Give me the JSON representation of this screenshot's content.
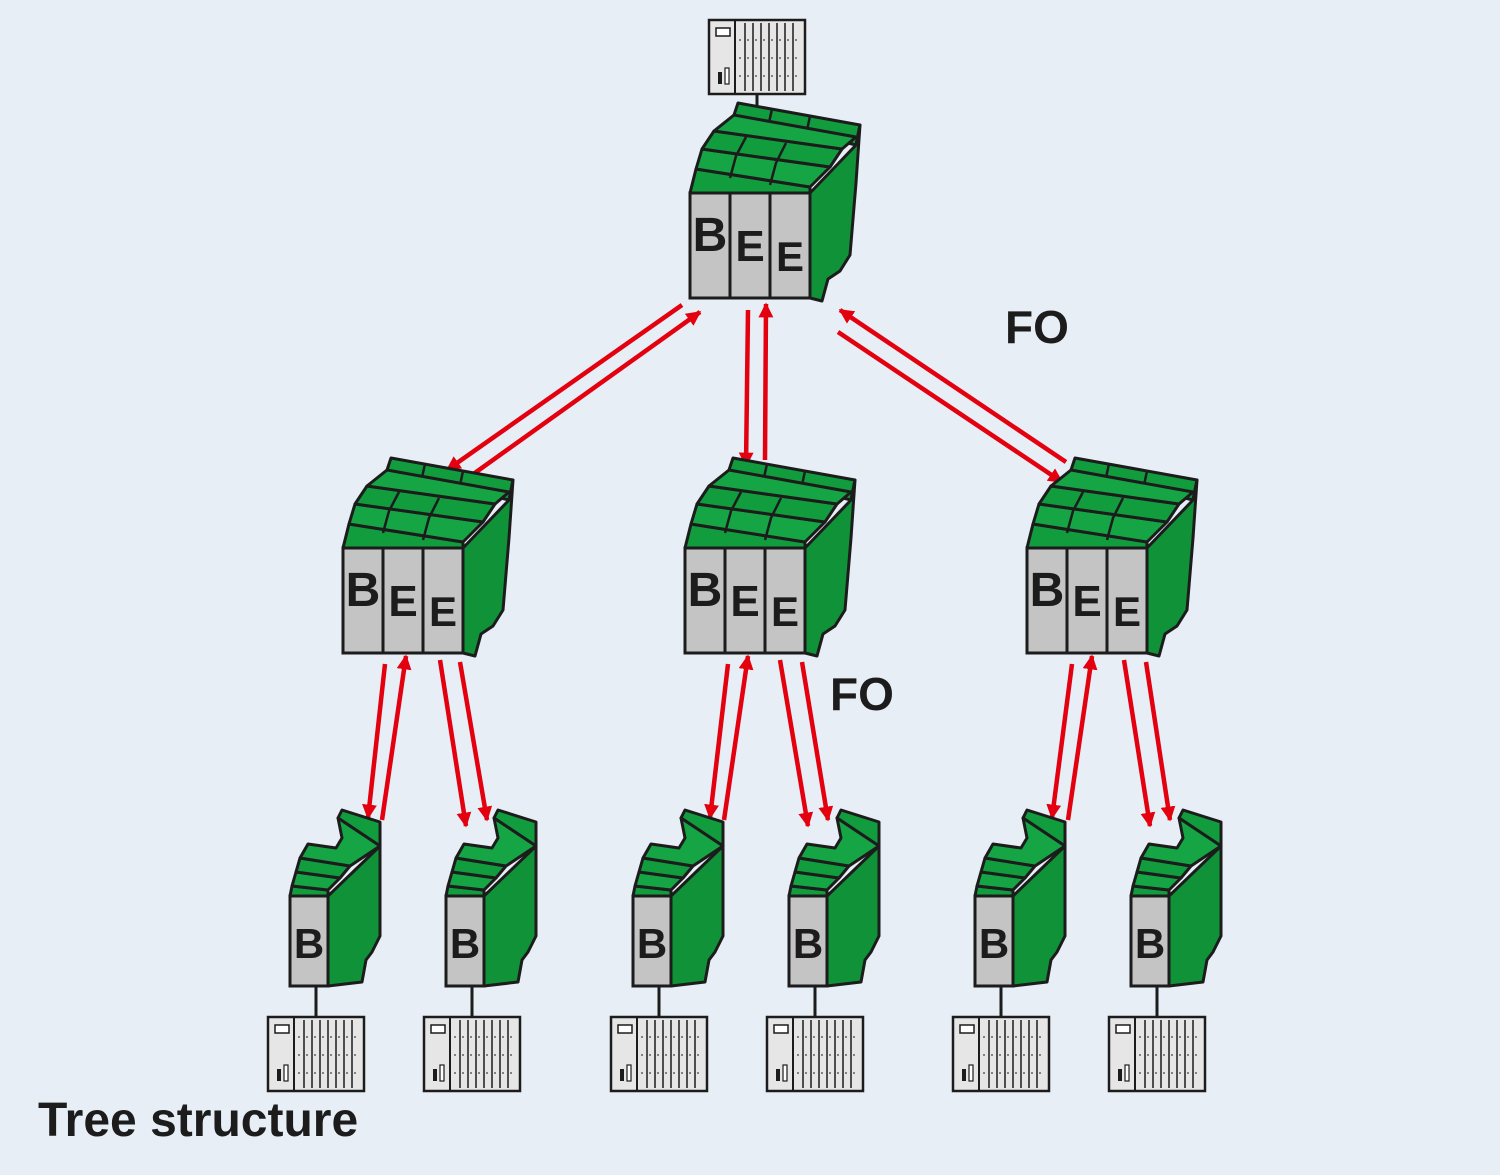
{
  "title": "Tree structure",
  "link_labels": [
    "FO",
    "FO"
  ],
  "root_module": {
    "letters": [
      "B",
      "E",
      "E"
    ]
  },
  "branch_modules": [
    {
      "letters": [
        "B",
        "E",
        "E"
      ]
    },
    {
      "letters": [
        "B",
        "E",
        "E"
      ]
    },
    {
      "letters": [
        "B",
        "E",
        "E"
      ]
    }
  ],
  "leaf_modules": [
    {
      "letter": "B"
    },
    {
      "letter": "B"
    },
    {
      "letter": "B"
    },
    {
      "letter": "B"
    },
    {
      "letter": "B"
    },
    {
      "letter": "B"
    }
  ],
  "colors": {
    "background": "#e7eef5",
    "module_green": "#119c3e",
    "module_green_dark": "#0b7a2e",
    "module_grey": "#c4c4c4",
    "link_red": "#e3000f",
    "outline": "#1c1c1c"
  },
  "icons": {
    "controller": "plc-rack-icon",
    "module": "interface-module-icon",
    "link": "fiber-optic-arrow-icon"
  }
}
